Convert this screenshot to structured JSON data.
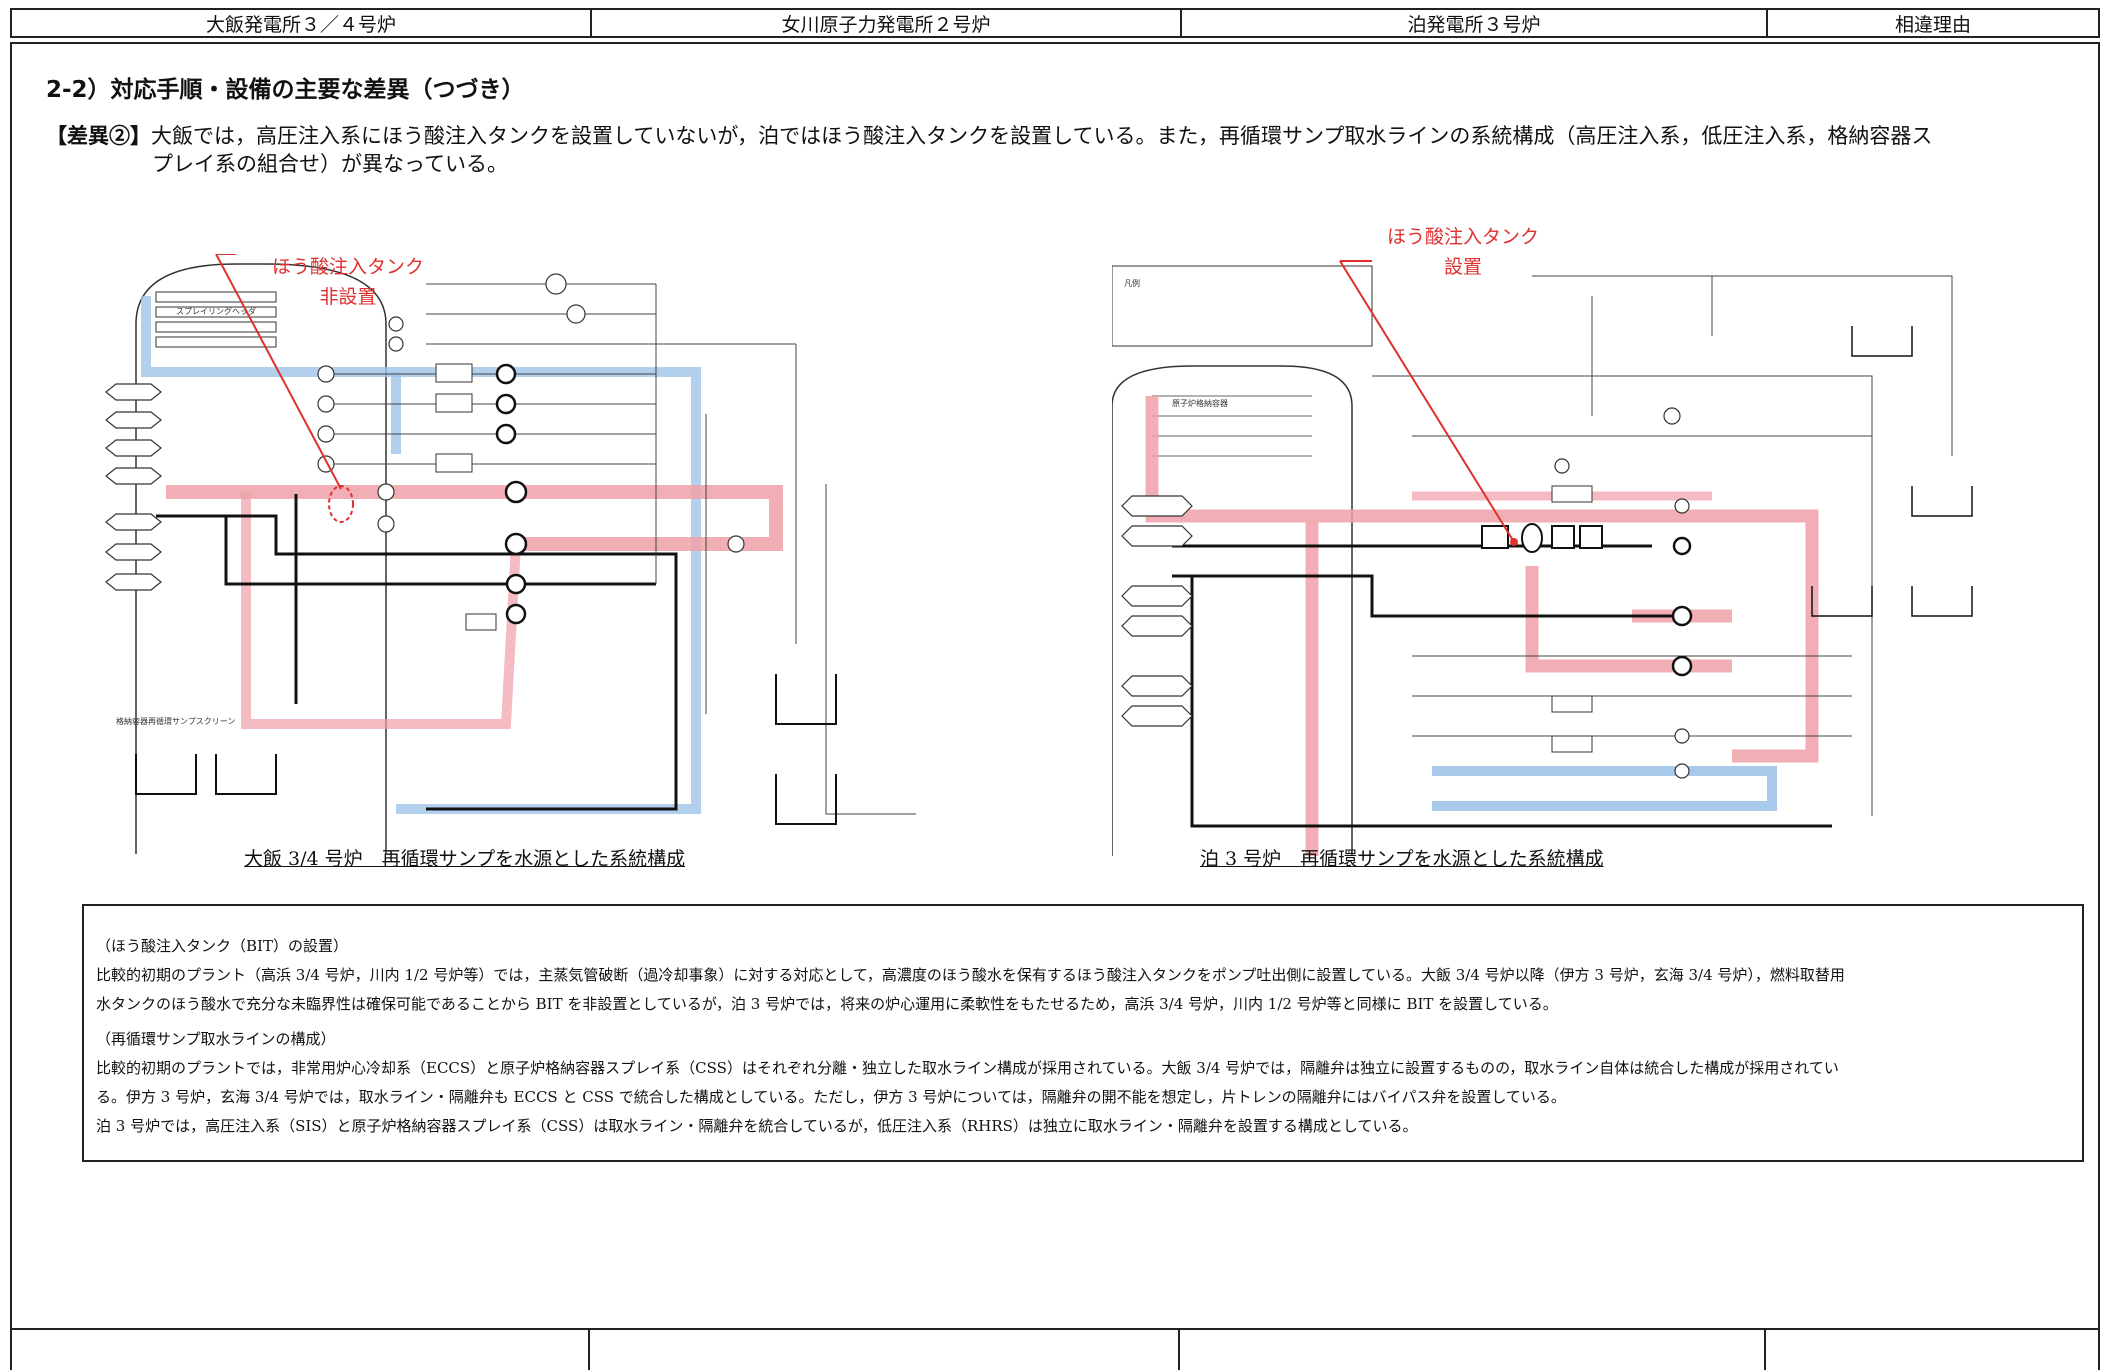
{
  "header": {
    "col1": "大飯発電所３／４号炉",
    "col2": "女川原子力発電所２号炉",
    "col3": "泊発電所３号炉",
    "col4": "相違理由"
  },
  "section_title": "2-2）対応手順・設備の主要な差異（つづき）",
  "difference": {
    "tag": "【差異②】",
    "line1": "大飯では，高圧注入系にほう酸注入タンクを設置していないが，泊ではほう酸注入タンクを設置している。また，再循環サンプ取水ラインの系統構成（高圧注入系，低圧注入系，格納容器ス",
    "line2": "プレイ系の組合せ）が異なっている。"
  },
  "left_diagram": {
    "callout_line1": "ほう酸注入タンク",
    "callout_line2": "非設置",
    "caption": "大飯 3/4 号炉　再循環サンプを水源とした系統構成"
  },
  "right_diagram": {
    "callout_line1": "ほう酸注入タンク",
    "callout_line2": "設置",
    "caption": "泊 3 号炉　再循環サンプを水源とした系統構成"
  },
  "note": {
    "h1": "（ほう酸注入タンク（BIT）の設置）",
    "p1a": "比較的初期のプラント（高浜 3/4 号炉，川内 1/2 号炉等）では，主蒸気管破断（過冷却事象）に対する対応として，高濃度のほう酸水を保有するほう酸注入タンクをポンプ吐出側に設置している。大飯 3/4 号炉以降（伊方 3 号炉，玄海 3/4 号炉），燃料取替用",
    "p1b": "水タンクのほう酸水で充分な未臨界性は確保可能であることから BIT を非設置としているが，泊 3 号炉では，将来の炉心運用に柔軟性をもたせるため，高浜 3/4 号炉，川内 1/2 号炉等と同様に BIT を設置している。",
    "h2": "（再循環サンプ取水ラインの構成）",
    "p2a": "比較的初期のプラントでは，非常用炉心冷却系（ECCS）と原子炉格納容器スプレイ系（CSS）はそれぞれ分離・独立した取水ライン構成が採用されている。大飯 3/4 号炉では，隔離弁は独立に設置するものの，取水ライン自体は統合した構成が採用されてい",
    "p2b": "る。伊方 3 号炉，玄海 3/4 号炉では，取水ライン・隔離弁も ECCS と CSS で統合した構成としている。ただし，伊方 3 号炉については，隔離弁の開不能を想定し，片トレンの隔離弁にはバイパス弁を設置している。",
    "p2c": "泊 3 号炉では，高圧注入系（SIS）と原子炉格納容器スプレイ系（CSS）は取水ライン・隔離弁を統合しているが，低圧注入系（RHRS）は独立に取水ライン・隔離弁を設置する構成としている。"
  }
}
